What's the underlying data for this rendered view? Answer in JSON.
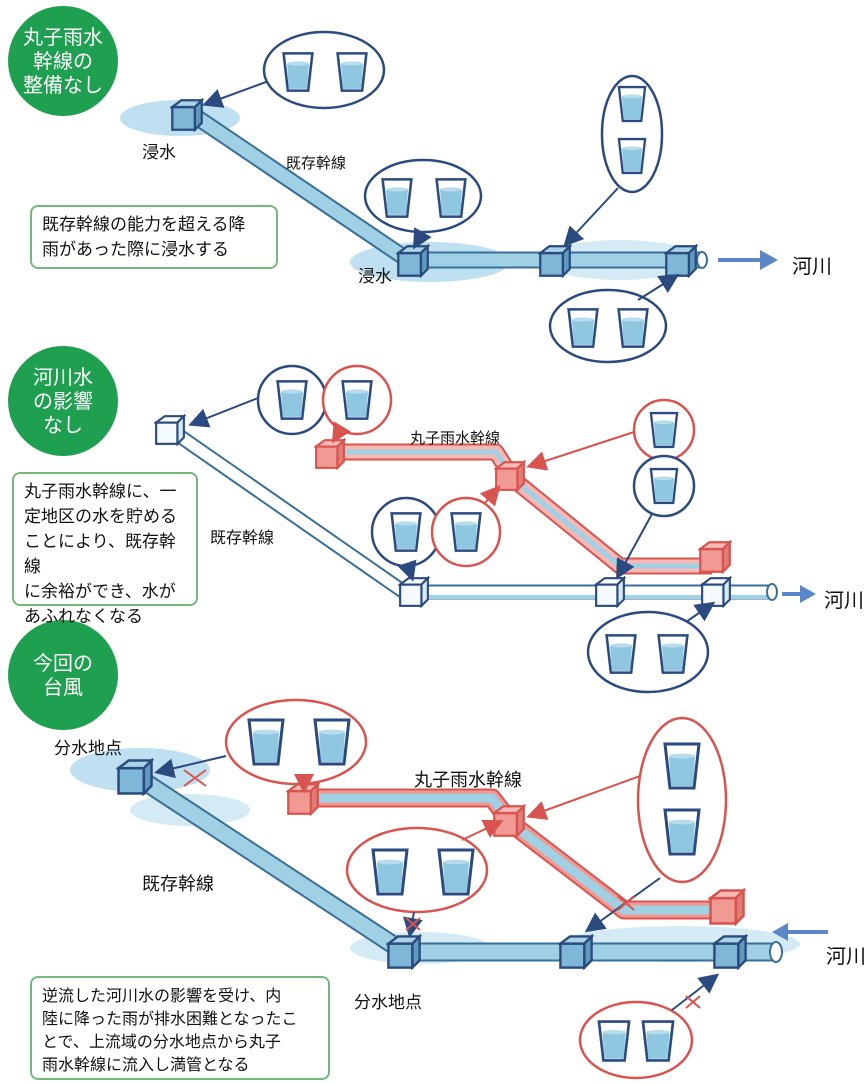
{
  "colors": {
    "badge": "#1fa050",
    "pipe_blue": "#9fd0e4",
    "pipe_blue_dark": "#3a6f97",
    "pipe_red": "#f19a94",
    "pipe_red_dark": "#d9534f",
    "circle_blue": "#2a4a80",
    "circle_red": "#d9534f",
    "flood": "#bfe0f0",
    "note_border": "#74b880",
    "arrow_blue": "#5b86c8"
  },
  "panel1": {
    "badge": "丸子雨水\n幹線の\n整備なし",
    "label_flood_top": "浸水",
    "label_existing": "既存幹線",
    "label_flood_bottom": "浸水",
    "label_river": "河川",
    "note": "既存幹線の能力を超える降\n雨があった際に浸水する"
  },
  "panel2": {
    "badge": "河川水\nの影響\nなし",
    "label_maruko": "丸子雨水幹線",
    "label_existing": "既存幹線",
    "label_river": "河川",
    "note": "丸子雨水幹線に、一\n定地区の水を貯める\nことにより、既存幹線\nに余裕ができ、水が\nあふれなくなる"
  },
  "panel3": {
    "badge": "今回の\n台風",
    "label_branch_top": "分水地点",
    "label_maruko": "丸子雨水幹線",
    "label_existing": "既存幹線",
    "label_branch_bottom": "分水地点",
    "label_river": "河川",
    "note": "逆流した河川水の影響を受け、内\n陸に降った雨が排水困難となったこ\nとで、上流域の分水地点から丸子\n雨水幹線に流入し満管となる"
  }
}
